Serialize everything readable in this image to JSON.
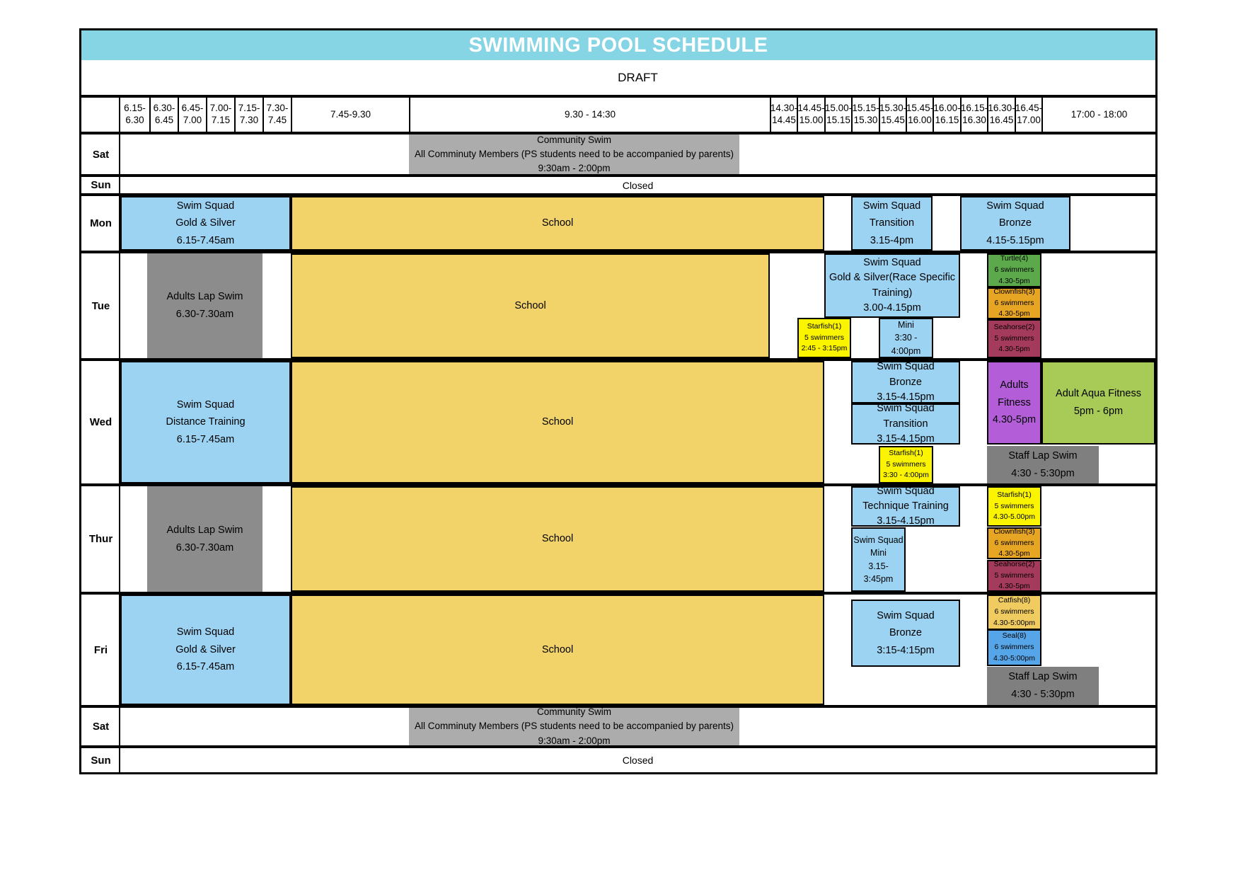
{
  "title": "SWIMMING POOL SCHEDULE",
  "subtitle": "DRAFT",
  "palette": {
    "cyan": "#85D5E5",
    "blue": "#9CD3F3",
    "yellow": "#F2D369",
    "gray_light": "#ACACAC",
    "gray_mid": "#8C8C8C",
    "gray_dark": "#7F7F7F",
    "bright_yellow": "#FAF400",
    "green": "#5CA94C",
    "amber": "#E7A524",
    "maroon": "#A43A5C",
    "gold": "#F0CB60",
    "med_blue": "#57A5E9",
    "purple": "#B35DD8",
    "lime": "#A7CB56"
  },
  "header": {
    "slots": [
      [
        "6.15-",
        "6.30"
      ],
      [
        "6.30-",
        "6.45"
      ],
      [
        "6.45-",
        "7.00"
      ],
      [
        "7.00-",
        "7.15"
      ],
      [
        "7.15-",
        "7.30"
      ],
      [
        "7.30-",
        "7.45"
      ],
      [
        "7.45-9.30"
      ],
      [
        "9.30 - 14:30"
      ],
      [
        "14.30-",
        "14.45"
      ],
      [
        "14.45-",
        "15.00"
      ],
      [
        "15.00-",
        "15.15"
      ],
      [
        "15.15-",
        "15.30"
      ],
      [
        "15.30-",
        "15.45"
      ],
      [
        "15.45-",
        "16.00"
      ],
      [
        "16.00-",
        "16.15"
      ],
      [
        "16.15-",
        "16.30"
      ],
      [
        "16.30-",
        "16.45"
      ],
      [
        "16.45-",
        "17.00"
      ],
      [
        "17:00 - 18:00"
      ]
    ]
  },
  "days": [
    "Sat",
    "Sun",
    "Mon",
    "Tue",
    "Wed",
    "Thur",
    "Fri",
    "Sat",
    "Sun"
  ],
  "blocks": {
    "sat_community": [
      "Community  Swim",
      "All Comminuty Members (PS students need to be accompanied by parents)",
      "9:30am - 2:00pm"
    ],
    "sun_closed": "Closed",
    "school": "School",
    "mon_gold": [
      "Swim Squad",
      "Gold & Silver",
      "6.15-7.45am"
    ],
    "mon_transition": [
      "Swim Squad",
      "Transition",
      "3.15-4pm"
    ],
    "mon_bronze": [
      "Swim Squad",
      "Bronze",
      "4.15-5.15pm"
    ],
    "adults_lap": [
      "Adults Lap Swim",
      "6.30-7.30am"
    ],
    "tue_gs": [
      "Swim Squad",
      "Gold & Silver(Race Specific",
      "Training)",
      "3.00-4.15pm"
    ],
    "tue_starfish": [
      "Starfish(1)",
      "5 swimmers",
      "2:45 - 3:15pm"
    ],
    "tue_mini": [
      "Mini",
      "3:30 -",
      "4:00pm"
    ],
    "turtle": [
      "Turtle(4)",
      "6 swimmers",
      "4.30-5pm"
    ],
    "clownfish": [
      "Clownfish(3)",
      "6 swimmers",
      "4.30-5pm"
    ],
    "seahorse": [
      "Seahorse(2)",
      "5 swimmers",
      "4.30-5pm"
    ],
    "wed_distance": [
      "Swim Squad",
      "Distance Training",
      "6.15-7.45am"
    ],
    "wed_bronze": [
      "Swim Squad",
      "Bronze",
      "3.15-4.15pm"
    ],
    "wed_transition": [
      "Swim Squad",
      "Transition",
      "3.15-4.15pm"
    ],
    "wed_starfish": [
      "Starfish(1)",
      "5 swimmers",
      "3:30 - 4:00pm"
    ],
    "adults_fitness": [
      "Adults",
      "Fitness",
      "4.30-5pm"
    ],
    "aqua_fitness": [
      "Adult Aqua Fitness",
      "5pm - 6pm"
    ],
    "staff_lap": [
      "Staff Lap Swim",
      "4:30 - 5:30pm"
    ],
    "thur_technique": [
      "Swim Squad",
      "Technique Training",
      "3.15-4.15pm"
    ],
    "thur_mini": [
      "Swim Squad",
      "Mini",
      "3.15-",
      "3:45pm"
    ],
    "thur_starfish": [
      "Starfish(1)",
      "5 swimmers",
      "4.30-5.00pm"
    ],
    "fri_gold": [
      "Swim Squad",
      "Gold & Silver",
      "6.15-7.45am"
    ],
    "fri_bronze": [
      "Swim Squad",
      "Bronze",
      "3:15-4:15pm"
    ],
    "catfish": [
      "Catfish(8)",
      "6 swimmers",
      "4.30-5:00pm"
    ],
    "seal": [
      "Seal(8)",
      "6 swimmers",
      "4.30-5:00pm"
    ]
  }
}
